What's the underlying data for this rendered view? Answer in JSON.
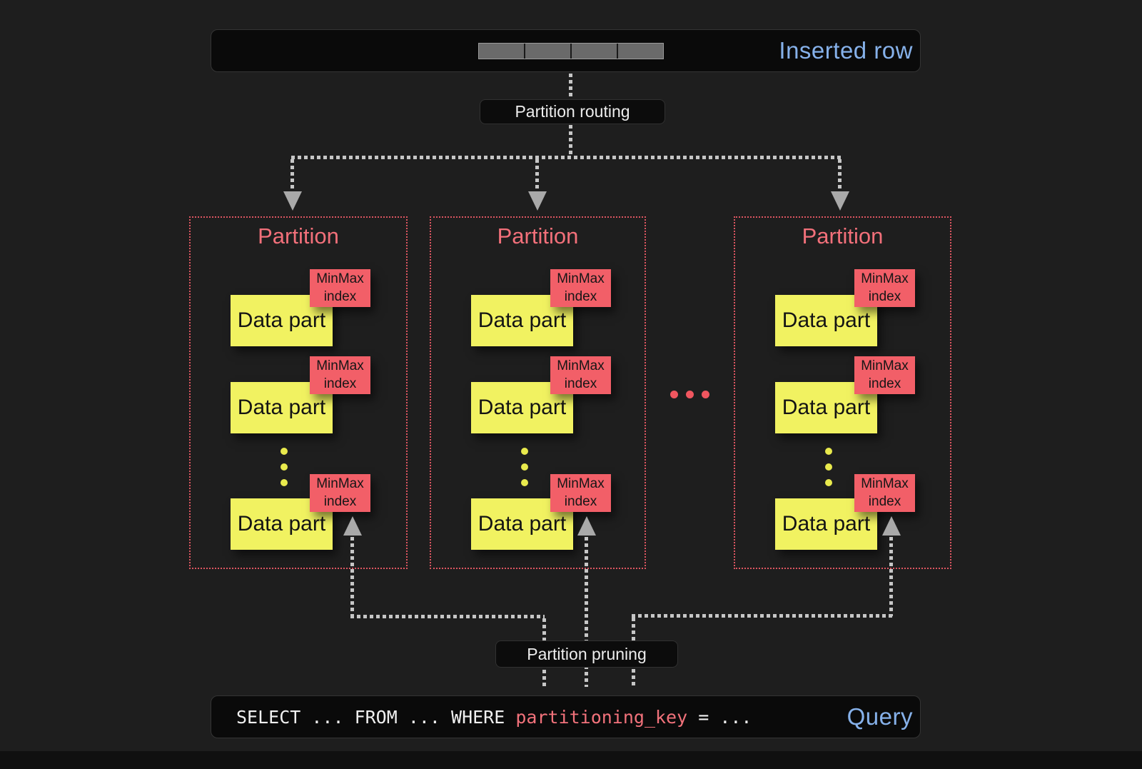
{
  "inserted_row": {
    "label": "Inserted row",
    "cell_count": 4
  },
  "labels": {
    "routing": "Partition routing",
    "pruning": "Partition pruning"
  },
  "partitions": [
    {
      "title": "Partition",
      "parts": [
        {
          "label": "Data part",
          "index_label": "MinMax index"
        },
        {
          "label": "Data part",
          "index_label": "MinMax index"
        },
        {
          "label": "Data part",
          "index_label": "MinMax index"
        }
      ]
    },
    {
      "title": "Partition",
      "parts": [
        {
          "label": "Data part",
          "index_label": "MinMax index"
        },
        {
          "label": "Data part",
          "index_label": "MinMax index"
        },
        {
          "label": "Data part",
          "index_label": "MinMax index"
        }
      ]
    },
    {
      "title": "Partition",
      "parts": [
        {
          "label": "Data part",
          "index_label": "MinMax index"
        },
        {
          "label": "Data part",
          "index_label": "MinMax index"
        },
        {
          "label": "Data part",
          "index_label": "MinMax index"
        }
      ]
    }
  ],
  "query": {
    "prefix": "SELECT ... FROM ... WHERE ",
    "key": "partitioning_key",
    "suffix": " = ...",
    "label": "Query"
  },
  "colors": {
    "background": "#1e1e1e",
    "panel": "#0a0a0a",
    "accent_blue": "#86b1ea",
    "partition_border": "#dc5560",
    "partition_title": "#f2707a",
    "data_part_yellow": "#f1f261",
    "minmax_red": "#f25f68",
    "sql_key_red": "#f2727b",
    "connector_gray": "#c6c6c6",
    "arrow_gray": "#a9a9a9"
  }
}
